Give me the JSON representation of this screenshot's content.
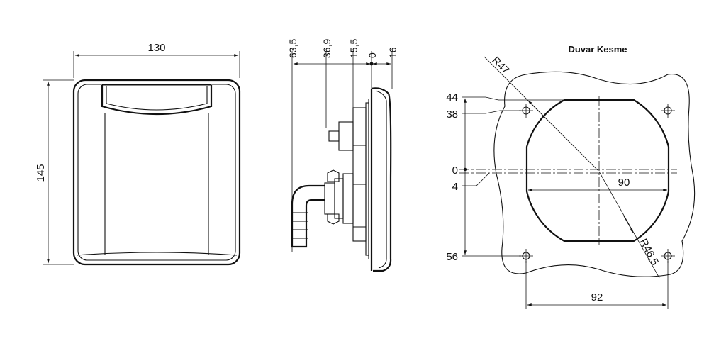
{
  "front_view": {
    "width_label": "130",
    "height_label": "145"
  },
  "side_view": {
    "labels": [
      "63,5",
      "36,9",
      "15,5",
      "0",
      "16"
    ]
  },
  "cutout_view": {
    "title": "Duvar Kesme",
    "radius_outer_label": "R47",
    "radius_inner_label": "R46,5",
    "left_labels": [
      "44",
      "38",
      "0",
      "4",
      "56"
    ],
    "inner_width_label": "90",
    "hole_spacing_label": "92"
  }
}
